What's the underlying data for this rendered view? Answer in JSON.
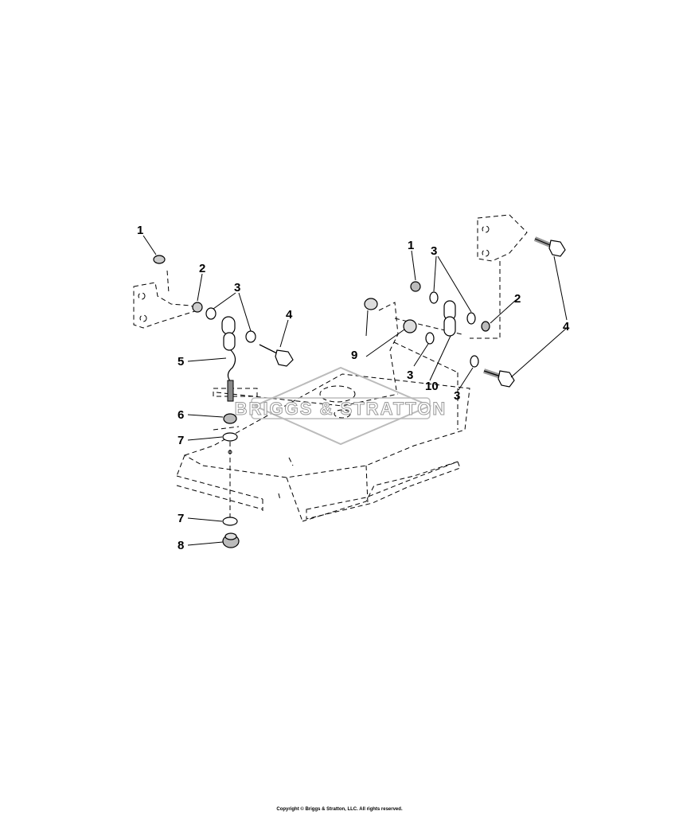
{
  "callouts": {
    "c1": "1",
    "c2": "2",
    "c3a": "3",
    "c4": "4",
    "c5": "5",
    "c6": "6",
    "c7a": "7",
    "c7b": "7",
    "c8": "8",
    "c1r": "1",
    "c3b": "3",
    "c2r": "2",
    "c4r": "4",
    "c9": "9",
    "c3c": "3",
    "c10": "10",
    "c3d": "3"
  },
  "watermark": "BRIGGS & STRATTON",
  "copyright": "Copyright © Briggs & Stratton, LLC. All rights reserved.",
  "colors": {
    "line": "#000000",
    "deck_fill": "#ffffff",
    "watermark_stroke": "#999999"
  }
}
